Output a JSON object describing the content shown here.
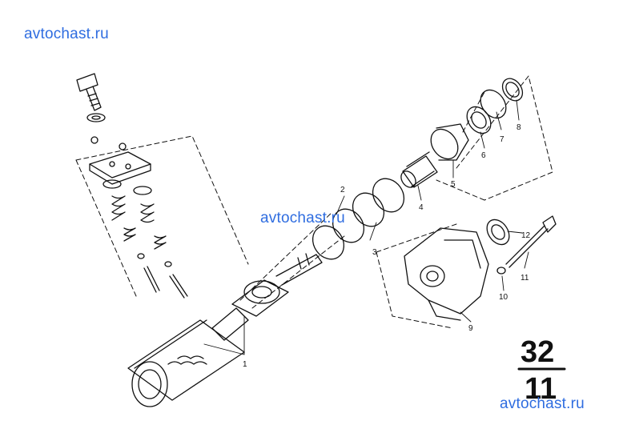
{
  "watermarks": [
    "avtochast.ru",
    "avtochast.ru",
    "avtochast.ru"
  ],
  "callouts": {
    "c1": "1",
    "c2": "2",
    "c3": "3",
    "c4": "4",
    "c5": "5",
    "c6": "6",
    "c7": "7",
    "c8": "8",
    "c9": "9",
    "c10": "10",
    "c11": "11",
    "c12": "12"
  },
  "group_code": {
    "top": "32",
    "bottom": "11"
  },
  "colors": {
    "ink": "#111111",
    "watermark": "#2f6de0",
    "background": "#ffffff"
  }
}
